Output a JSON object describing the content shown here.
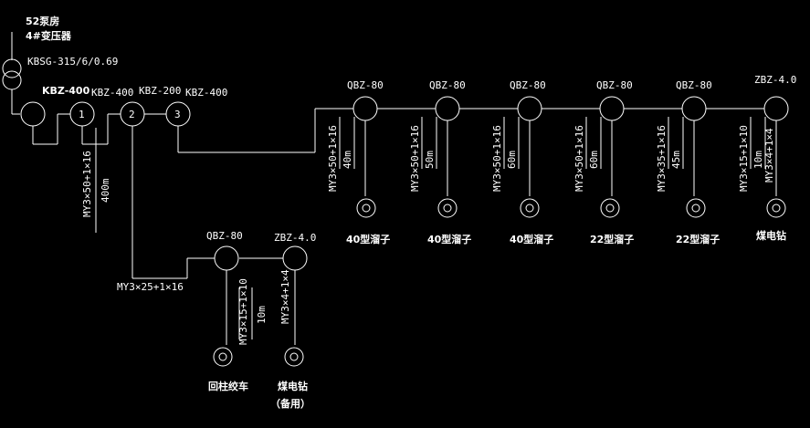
{
  "header": {
    "station": "52泵房",
    "transformer": "4#变压器",
    "transformer_model": "KBSG-315/6/0.69"
  },
  "switches": {
    "kbz_main": "KBZ-400",
    "kbz_1": "KBZ-400",
    "kbz_2": "KBZ-200",
    "kbz_3": "KBZ-400",
    "n1": "1",
    "n2": "2",
    "n3": "3"
  },
  "main_cable": {
    "spec": "MY3×50+1×16",
    "length": "400m"
  },
  "upper_branch": [
    {
      "starter": "QBZ-80",
      "cable": "MY3×50+1×16",
      "length": "40m",
      "load": "40型溜子"
    },
    {
      "starter": "QBZ-80",
      "cable": "MY3×50+1×16",
      "length": "50m",
      "load": "40型溜子"
    },
    {
      "starter": "QBZ-80",
      "cable": "MY3×50+1×16",
      "length": "60m",
      "load": "40型溜子"
    },
    {
      "starter": "QBZ-80",
      "cable": "MY3×50+1×16",
      "length": "60m",
      "load": "22型溜子"
    },
    {
      "starter": "QBZ-80",
      "cable": "MY3×35+1×16",
      "length": "45m",
      "load": "22型溜子"
    },
    {
      "starter": "ZBZ-4.0",
      "cable": "MY3×15+1×10",
      "length": "10m",
      "load": "煤电钻",
      "extra_cable": "MY3×4+1×4"
    }
  ],
  "lower_branch": {
    "feeder_cable": "MY3×25+1×16",
    "items": [
      {
        "starter": "QBZ-80",
        "cable": "MY3×15+1×10",
        "length": "10m",
        "load": "回柱绞车"
      },
      {
        "starter": "ZBZ-4.0",
        "cable": "MY3×4+1×4",
        "length": "",
        "load": "煤电钻",
        "note": "（备用）"
      }
    ]
  }
}
